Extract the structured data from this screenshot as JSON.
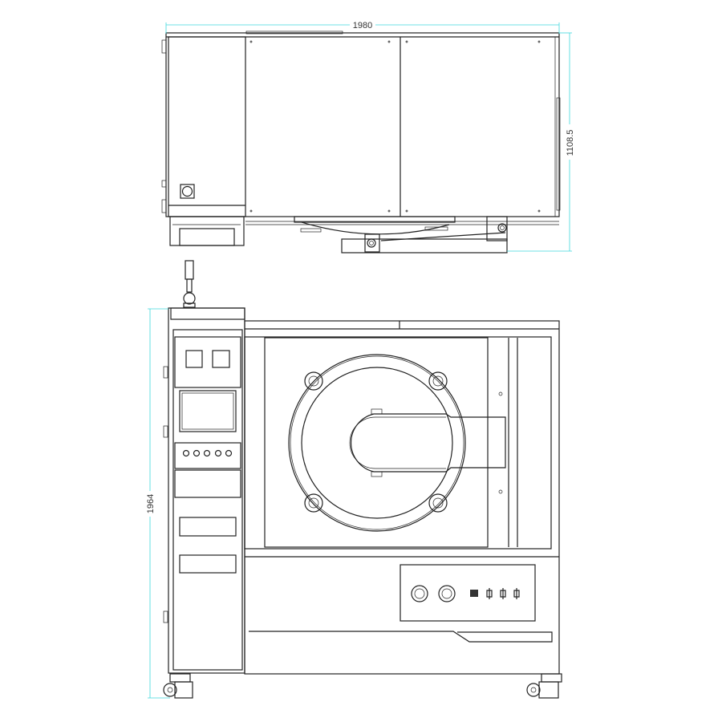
{
  "drawing": {
    "views": [
      "top-view",
      "front-view"
    ],
    "dimensions": {
      "width": "1980",
      "depth": "1108.5",
      "height": "1964"
    },
    "colors": {
      "line": "#222222",
      "dimension": "#3fd8dc",
      "background": "#ffffff"
    }
  }
}
